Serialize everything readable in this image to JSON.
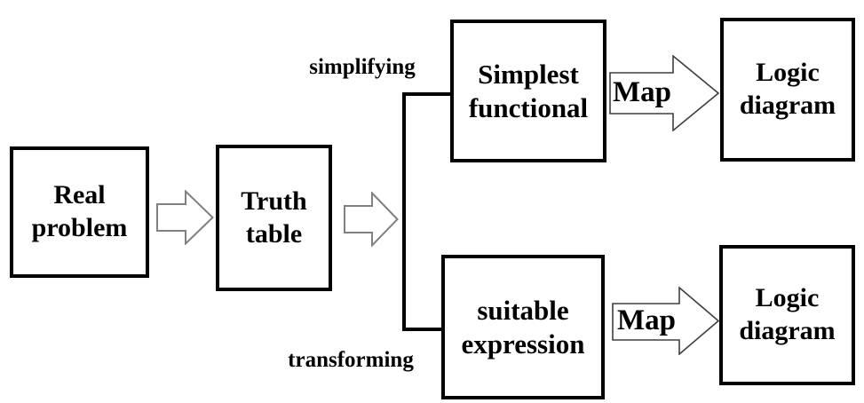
{
  "diagram": {
    "boxes": {
      "real_problem": {
        "line1": "Real",
        "line2": "problem"
      },
      "truth_table": {
        "line1": "Truth",
        "line2": "table"
      },
      "simplest_functional": {
        "line1": "Simplest",
        "line2": "functional"
      },
      "suitable_expression": {
        "line1": "suitable",
        "line2": "expression"
      },
      "logic_diagram_top": {
        "line1": "Logic",
        "line2": "diagram"
      },
      "logic_diagram_bottom": {
        "line1": "Logic",
        "line2": "diagram"
      }
    },
    "branch_labels": {
      "simplifying": "simplifying",
      "transforming": "transforming"
    },
    "arrow_labels": {
      "map_top": "Map",
      "map_bottom": "Map"
    },
    "colors": {
      "background": "#ffffff",
      "box_border": "#000000",
      "text": "#000000",
      "branch_connector": "#000000",
      "flow_arrow_outline": "#808080",
      "map_arrow_outline": "#3f3f3f",
      "arrow_fill": "#ffffff"
    }
  }
}
